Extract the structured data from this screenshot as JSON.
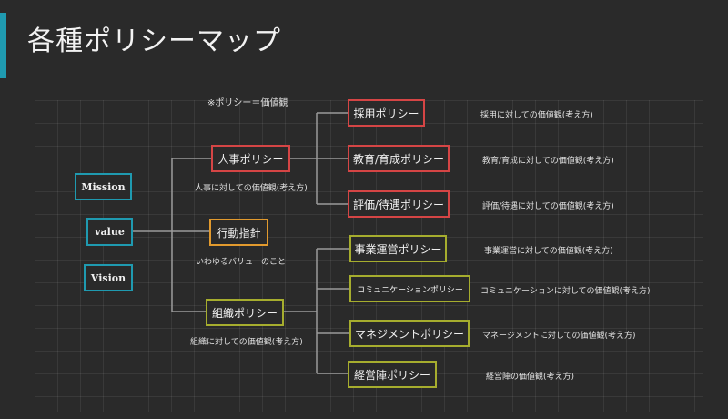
{
  "title": "各種ポリシーマップ",
  "note": "※ポリシー＝価値観",
  "colors": {
    "accent": "#1f9ab0",
    "red": "#d54545",
    "orange": "#e29a2e",
    "olive": "#a6ad2e",
    "line": "#9a9a9a"
  },
  "left_boxes": [
    "Mission",
    "value",
    "Vision"
  ],
  "mid_boxes": {
    "jinji": {
      "label": "人事ポリシー",
      "caption": "人事に対しての価値観(考え方)"
    },
    "koudou": {
      "label": "行動指針",
      "caption": "いわゆるバリューのこと"
    },
    "soshiki": {
      "label": "組織ポリシー",
      "caption": "組織に対しての価値観(考え方)"
    }
  },
  "right_boxes": [
    {
      "label": "採用ポリシー",
      "desc": "採用に対しての価値観(考え方)"
    },
    {
      "label": "教育/育成ポリシー",
      "desc": "教育/育成に対しての価値観(考え方)"
    },
    {
      "label": "評価/待遇ポリシー",
      "desc": "評価/待遇に対しての価値観(考え方)"
    },
    {
      "label": "事業運営ポリシー",
      "desc": "事業運営に対しての価値観(考え方)"
    },
    {
      "label": "コミュニケーションポリシー",
      "desc": "コミュニケーションに対しての価値観(考え方)"
    },
    {
      "label": "マネジメントポリシー",
      "desc": "マネージメントに対しての価値観(考え方)"
    },
    {
      "label": "経営陣ポリシー",
      "desc": "経営陣の価値観(考え方)"
    }
  ]
}
